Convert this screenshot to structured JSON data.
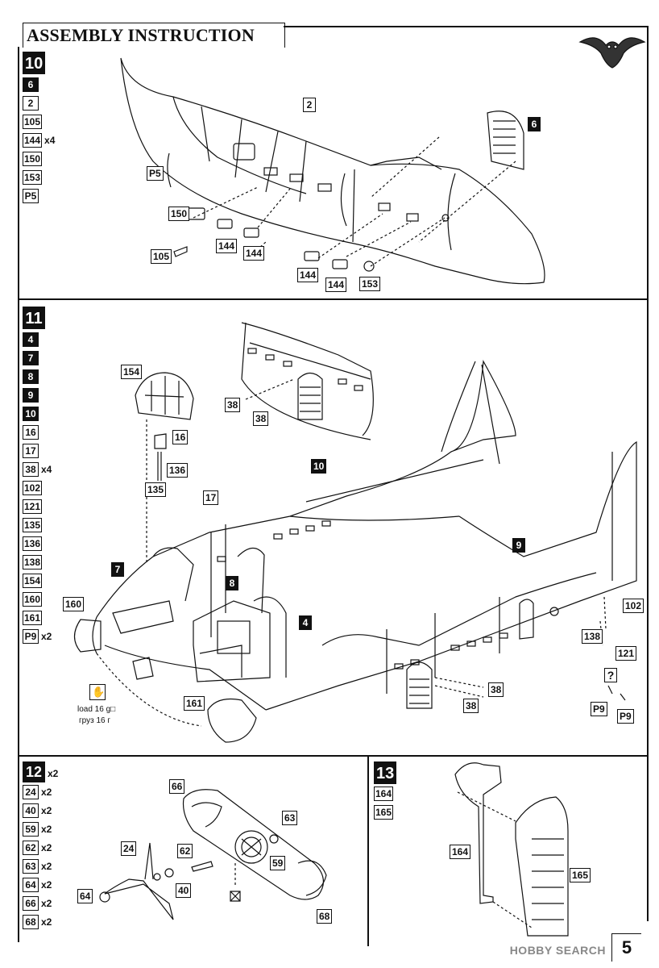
{
  "header": {
    "title": "ASSEMBLY INSTRUCTION"
  },
  "page_number": "5",
  "watermark": "HOBBY SEARCH",
  "step10": {
    "number": "10",
    "parts": [
      {
        "label": "6",
        "dark": true,
        "mult": ""
      },
      {
        "label": "2",
        "dark": false,
        "mult": ""
      },
      {
        "label": "105",
        "dark": false,
        "mult": ""
      },
      {
        "label": "144",
        "dark": false,
        "mult": "x4"
      },
      {
        "label": "150",
        "dark": false,
        "mult": ""
      },
      {
        "label": "153",
        "dark": false,
        "mult": ""
      },
      {
        "label": "P5",
        "dark": false,
        "mult": ""
      }
    ],
    "callouts": [
      "2",
      "6",
      "P5",
      "150",
      "105",
      "144",
      "144",
      "144",
      "144",
      "153"
    ]
  },
  "step11": {
    "number": "11",
    "parts": [
      {
        "label": "4",
        "dark": true,
        "mult": ""
      },
      {
        "label": "7",
        "dark": true,
        "mult": ""
      },
      {
        "label": "8",
        "dark": true,
        "mult": ""
      },
      {
        "label": "9",
        "dark": true,
        "mult": ""
      },
      {
        "label": "10",
        "dark": true,
        "mult": ""
      },
      {
        "label": "16",
        "dark": false,
        "mult": ""
      },
      {
        "label": "17",
        "dark": false,
        "mult": ""
      },
      {
        "label": "38",
        "dark": false,
        "mult": "x4"
      },
      {
        "label": "102",
        "dark": false,
        "mult": ""
      },
      {
        "label": "121",
        "dark": false,
        "mult": ""
      },
      {
        "label": "135",
        "dark": false,
        "mult": ""
      },
      {
        "label": "136",
        "dark": false,
        "mult": ""
      },
      {
        "label": "138",
        "dark": false,
        "mult": ""
      },
      {
        "label": "154",
        "dark": false,
        "mult": ""
      },
      {
        "label": "160",
        "dark": false,
        "mult": ""
      },
      {
        "label": "161",
        "dark": false,
        "mult": ""
      },
      {
        "label": "P9",
        "dark": false,
        "mult": "x2"
      }
    ],
    "callouts": [
      "154",
      "16",
      "136",
      "135",
      "38",
      "38",
      "10",
      "17",
      "9",
      "7",
      "8",
      "4",
      "160",
      "161",
      "102",
      "138",
      "121",
      "?",
      "P9",
      "P9",
      "38",
      "38"
    ],
    "weight_note_en": "load 16 g□",
    "weight_note_ru": "груз 16 г"
  },
  "step12": {
    "number": "12",
    "mult": "x2",
    "parts": [
      {
        "label": "24",
        "dark": false,
        "mult": "x2"
      },
      {
        "label": "40",
        "dark": false,
        "mult": "x2"
      },
      {
        "label": "59",
        "dark": false,
        "mult": "x2"
      },
      {
        "label": "62",
        "dark": false,
        "mult": "x2"
      },
      {
        "label": "63",
        "dark": false,
        "mult": "x2"
      },
      {
        "label": "64",
        "dark": false,
        "mult": "x2"
      },
      {
        "label": "66",
        "dark": false,
        "mult": "x2"
      },
      {
        "label": "68",
        "dark": false,
        "mult": "x2"
      }
    ],
    "callouts": [
      "66",
      "63",
      "24",
      "62",
      "59",
      "40",
      "64",
      "68"
    ]
  },
  "step13": {
    "number": "13",
    "parts": [
      {
        "label": "164",
        "dark": false,
        "mult": ""
      },
      {
        "label": "165",
        "dark": false,
        "mult": ""
      }
    ],
    "callouts": [
      "164",
      "165"
    ]
  }
}
